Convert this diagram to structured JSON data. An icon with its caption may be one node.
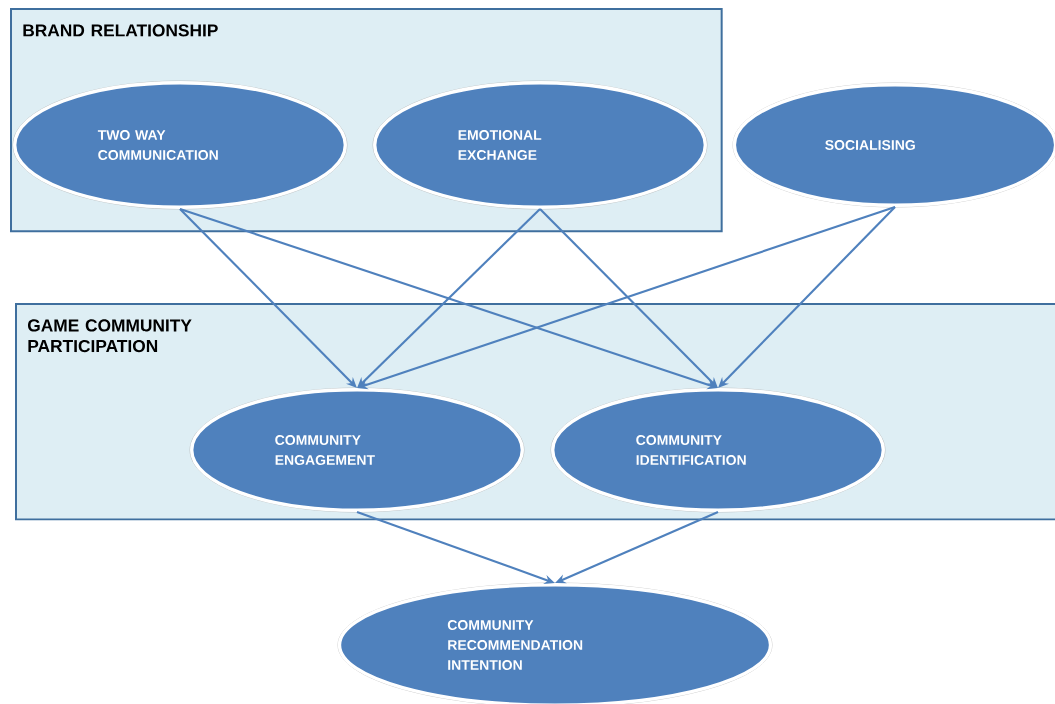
{
  "diagram": {
    "nodes": [
      {
        "text": [
          "BRAND RELATIONSHIP"
        ]
      },
      {
        "text": [
          "TWO WAY COMMUNICATION"
        ],
        "in": 0
      },
      {
        "text": [
          "EMOTIONAL EXCHANGE"
        ],
        "in": 0
      },
      {
        "text": [
          "SOCIALISING"
        ]
      },
      {
        "text": [
          "GAME COMMUNITY PARTICIPATION"
        ]
      },
      {
        "text": [
          "COMMUNITY ENGAGEMENT"
        ],
        "in": 4
      },
      {
        "text": [
          "COMMUNITY IDENTIFICATION"
        ],
        "in": 4
      },
      {
        "text": [
          "COMMUNITY RECOMMENDATION INTENTION"
        ]
      }
    ],
    "edges": [
      {
        "from": 1,
        "to": 5,
        "arrow": "to"
      },
      {
        "from": 1,
        "to": 6,
        "arrow": "to"
      },
      {
        "from": 2,
        "to": 5,
        "arrow": "to"
      },
      {
        "from": 2,
        "to": 6,
        "arrow": "to"
      },
      {
        "from": 3,
        "to": 5,
        "arrow": "to"
      },
      {
        "from": 3,
        "to": 6,
        "arrow": "to"
      },
      {
        "from": 5,
        "to": 7,
        "arrow": "to"
      },
      {
        "from": 6,
        "to": 7,
        "arrow": "to"
      }
    ]
  }
}
